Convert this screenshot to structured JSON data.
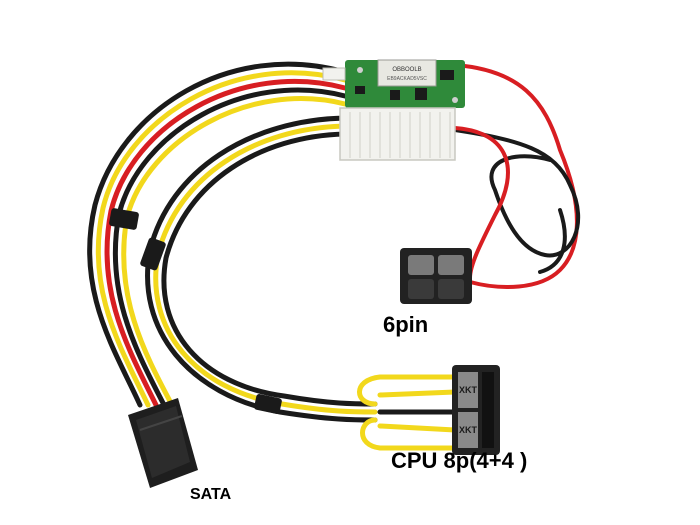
{
  "labels": {
    "six_pin": "6pin",
    "cpu": "CPU 8p(4+4 )",
    "sata": "SATA"
  },
  "board_markings": {
    "chip_text": "OBBOOLB",
    "chip_subtext": "EB9ACKAD5VSC",
    "cpu_plug_text": "XKT"
  },
  "colors": {
    "background": "#ffffff",
    "pcb": "#2f8a3a",
    "wire_red": "#d81e22",
    "wire_black": "#1a1a1a",
    "wire_yellow": "#f2d81c",
    "connector_white": "#f2f2ee",
    "plug_black": "#222222"
  }
}
